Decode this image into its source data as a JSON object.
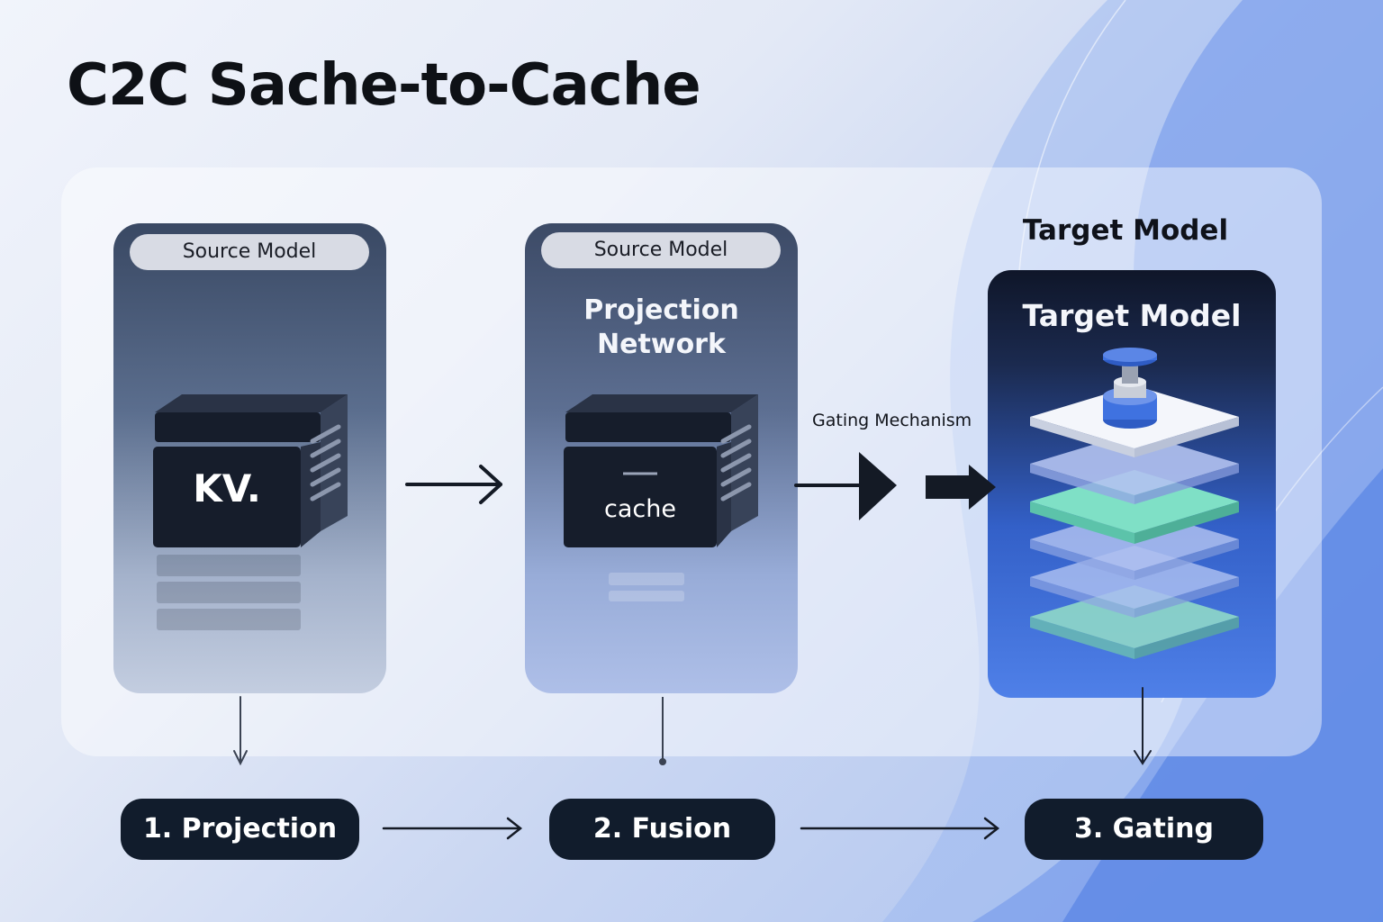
{
  "diagram": {
    "title": "C2C Sache-to-Cache",
    "source_column": {
      "pill_label": "Source Model",
      "block_label": "KV."
    },
    "projection_column": {
      "pill_label": "Source Model",
      "heading_line1": "Projection",
      "heading_line2": "Network",
      "block_label": "cache"
    },
    "target_column": {
      "outer_label": "Target Model",
      "inner_label": "Target Model"
    },
    "gating_label": "Gating Mechanism",
    "steps": [
      {
        "label": "1. Projection"
      },
      {
        "label": "2. Fusion"
      },
      {
        "label": "3.  Gating"
      }
    ]
  },
  "colors": {
    "dark_navy": "#111c2c",
    "accent_blue": "#3f72e0",
    "accent_teal": "#7fe0c6",
    "background_light": "#e6ecf7"
  },
  "icons": [
    "server-block-icon",
    "cache-block-icon",
    "layer-stack-icon",
    "valve-icon",
    "arrow-right-icon",
    "arrow-down-icon"
  ]
}
